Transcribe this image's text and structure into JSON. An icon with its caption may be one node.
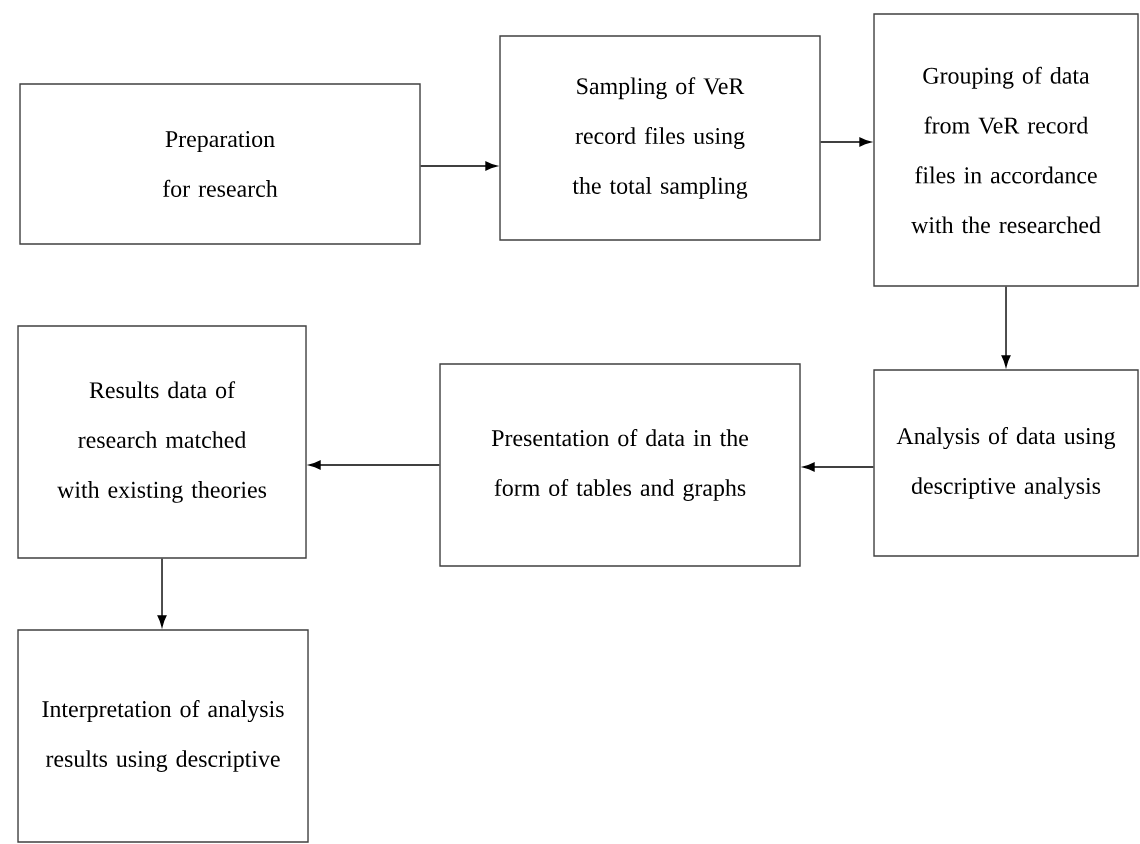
{
  "diagram": {
    "nodes": [
      {
        "text": [
          "Preparation for research"
        ]
      },
      {
        "text": [
          "Sampling of VeR record files using the total sampling"
        ]
      },
      {
        "text": [
          "Grouping of data from VeR record files in accordance with the researched"
        ]
      },
      {
        "text": [
          "Analysis of data using descriptive analysis"
        ]
      },
      {
        "text": [
          "Presentation of data in the form of tables and graphs"
        ]
      },
      {
        "text": [
          "Results data of research matched with existing theories"
        ]
      },
      {
        "text": [
          "Interpretation of analysis results using descriptive"
        ]
      }
    ],
    "edges": [
      {
        "from": 0,
        "to": 1,
        "arrow": "to"
      },
      {
        "from": 1,
        "to": 2,
        "arrow": "to"
      },
      {
        "from": 2,
        "to": 3,
        "arrow": "to"
      },
      {
        "from": 3,
        "to": 4,
        "arrow": "to"
      },
      {
        "from": 4,
        "to": 5,
        "arrow": "to"
      },
      {
        "from": 5,
        "to": 6,
        "arrow": "to"
      }
    ]
  }
}
